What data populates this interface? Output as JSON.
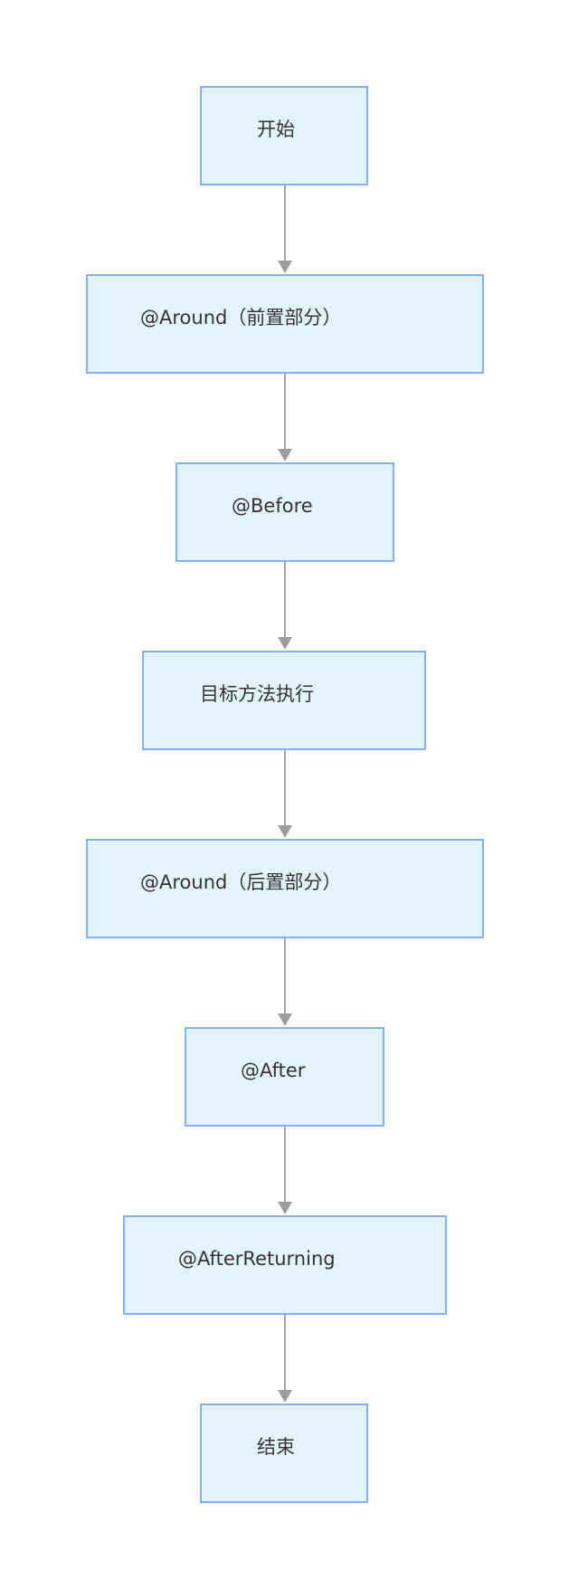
{
  "diagram": {
    "type": "flowchart",
    "direction": "top-to-bottom",
    "nodes": [
      {
        "id": "start",
        "label": "开始"
      },
      {
        "id": "around-pre",
        "label": "@Around（前置部分）"
      },
      {
        "id": "before",
        "label": "@Before"
      },
      {
        "id": "target",
        "label": "目标方法执行"
      },
      {
        "id": "around-post",
        "label": "@Around（后置部分）"
      },
      {
        "id": "after",
        "label": "@After"
      },
      {
        "id": "after-returning",
        "label": "@AfterReturning"
      },
      {
        "id": "end",
        "label": "结束"
      }
    ],
    "edges": [
      {
        "from": "start",
        "to": "around-pre"
      },
      {
        "from": "around-pre",
        "to": "before"
      },
      {
        "from": "before",
        "to": "target"
      },
      {
        "from": "target",
        "to": "around-post"
      },
      {
        "from": "around-post",
        "to": "after"
      },
      {
        "from": "after",
        "to": "after-returning"
      },
      {
        "from": "after-returning",
        "to": "end"
      }
    ]
  },
  "colors": {
    "node_fill": "#e3f4fd",
    "node_border": "#6a9ff0",
    "edge": "#a3a3a3",
    "text": "#333333",
    "background": "#ffffff"
  }
}
